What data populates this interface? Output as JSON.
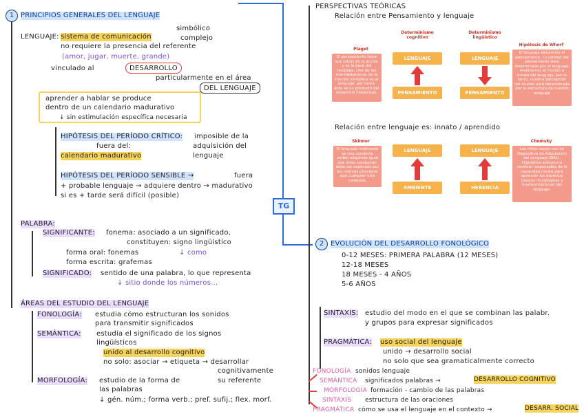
{
  "left": {
    "section1_number": "1",
    "section1_title": "PRINCIPIOS GENERALES DEL LENGUAJE",
    "lenguaje_label": "LENGUAJE:",
    "lenguaje_line1": "sistema de comunicación",
    "simbolico": "simbólico",
    "complejo": "complejo",
    "lenguaje_line2": "no requiere la presencia del referente",
    "examples": "(amor, jugar, muerte, grande)",
    "vinculado": "vinculado al",
    "desarrollo": "DESARROLLO",
    "particular": "particularmente en el área",
    "del_lenguaje": "DEL LENGUAJE",
    "aprender1": "aprender a hablar se produce",
    "aprender2": "dentro de un calendario madurativo",
    "sin_estim": "↓ sin estimulación específica necesaria",
    "hipotesis_critico1": "HIPÓTESIS DEL PERÍODO CRÍTICO:",
    "hipotesis_critico2": "imposible de la",
    "fuera_del": "fuera del:",
    "adquisicion": "adquisición del",
    "calendario": "calendario madurativo",
    "lenguaje2": "lenguaje",
    "hipotesis_sensible": "HIPÓTESIS DEL PERÍODO SENSIBLE →",
    "fuera_label": "fuera",
    "probable": "+ probable lenguaje → adquiere dentro → madurativo",
    "tarde": "si es + tarde será difícil (posible)",
    "palabra": "PALABRA:",
    "significante": "SIGNIFICANTE:",
    "fonema": "fonema: asociado a un significado,",
    "constituyen": "constituyen: signo lingüístico",
    "forma_oral": "forma oral: fonemas",
    "como": "↓ como",
    "forma_escrita": "forma escrita: grafemas",
    "significado": "SIGNIFICADO:",
    "significado_def": "sentido de una palabra, lo que representa",
    "sitio": "↓ sitio donde los números...",
    "areas": "ÁREAS DEL ESTUDIO DEL LENGUAJE",
    "fonologia": "FONOLOGÍA:",
    "fonologia_def1": "estudia cómo estructuran los sonidos",
    "fonologia_def2": "para transmitir significados",
    "semantica": "SEMÁNTICA:",
    "semantica_def1": "estudia el significado de los signos",
    "semantica_def2": "lingüísticos",
    "unido": "unido al desarrollo cognitivo",
    "no_solo": "no solo: asociar → etiqueta → desarrollar",
    "cognitiva": "cognitivamente",
    "referente": "su referente",
    "morfologia": "MORFOLOGÍA:",
    "morfologia_def1": "estudio de la forma de",
    "morfologia_def2": "las palabras",
    "morfologia_def3": "↓ gén. núm.; forma verb.; pref. sufij.; flex. morf."
  },
  "tg": "TG",
  "right": {
    "perspectivas": "PERSPECTIVAS TEÓRICAS",
    "relacion1": "Relación entre Pensamiento y lenguaje",
    "relacion2": "Relación entre lenguaje es: innato / aprendido",
    "piaget": "Piaget",
    "piaget_desc": "El pensamiento tiene sus raíces en la acción y es la base del lenguaje. Una de las manifestaciones de la función simbólica es el lenguaje; por tanto, éste es un producto del desarrollo intelectual.",
    "det_cog": "Determinismo cognitivo",
    "det_ling": "Determinismo lingüístico",
    "whorf": "Hipótesis de Whorf",
    "whorf_desc": "El lenguaje determina el pensamiento. La calidad del pensamiento está determinada por el lenguaje. Analizamos el mundo a través del lenguaje, por lo tanto, nuestra percepción del mundo está determinada por la estructura de nuestro lenguaje",
    "lenguaje_card": "LENGUAJE",
    "pensamiento_card": "PENSAMIENTO",
    "skinner": "Skinner",
    "skinner_desc": "El lenguaje realmente es una conducta verbal adquirida igual que otras conductas: debe ser explicado por los mismos principios que cualquier otra conducta.",
    "chomsky": "Chomsky",
    "chomsky_desc": "Los niños nacen con un Dispositivo de Adquisición del Lenguaje (DAL). Hipotética estructura cerebral responsable de la capacidad innata para aprender los aspectos básicos (fonológicos y morfosintácticos) del lenguaje.",
    "ambiente_card": "AMBIENTE",
    "herencia_card": "HERENCIA",
    "section2_number": "2",
    "section2_title": "EVOLUCIÓN DEL DESARROLLO FONOLÓGICO",
    "evo1": "0-12 MESES: PRIMERA PALABRA (12 MESES)",
    "evo2": "12-18 MESES",
    "evo3": "18 MESES - 4 AÑOS",
    "evo4": "5-6 AÑOS",
    "sintaxis": "SINTAXIS:",
    "sintaxis_def1": "estudio del modo en el que se combinan las palabr.",
    "sintaxis_def2": "y grupos para expresar significados",
    "pragmatica": "PRAGMÁTICA:",
    "pragmatica_def": "uso social del lenguaje",
    "unido_soc": "unido → desarrollo social",
    "no_solo_gram": "no solo que sea gramaticalmente correcto",
    "sum_fon": "FONOLOGÍA",
    "sum_fon_def": "sonidos lenguaje",
    "sum_sem": "SEMÁNTICA",
    "sum_sem_def": "significados palabras →",
    "sum_sem_res": "DESARROLLO COGNITIVO",
    "sum_morf": "MORFOLOGÍA",
    "sum_morf_def": "formación - cambio de las palabras",
    "sum_sint": "SINTAXIS",
    "sum_sint_def": "estructura de las oraciones",
    "sum_prag": "PRAGMÁTICA",
    "sum_prag_def": "cómo se usa el lenguaje en el contexto →",
    "sum_prag_res": "DESARR. SOCIAL"
  }
}
